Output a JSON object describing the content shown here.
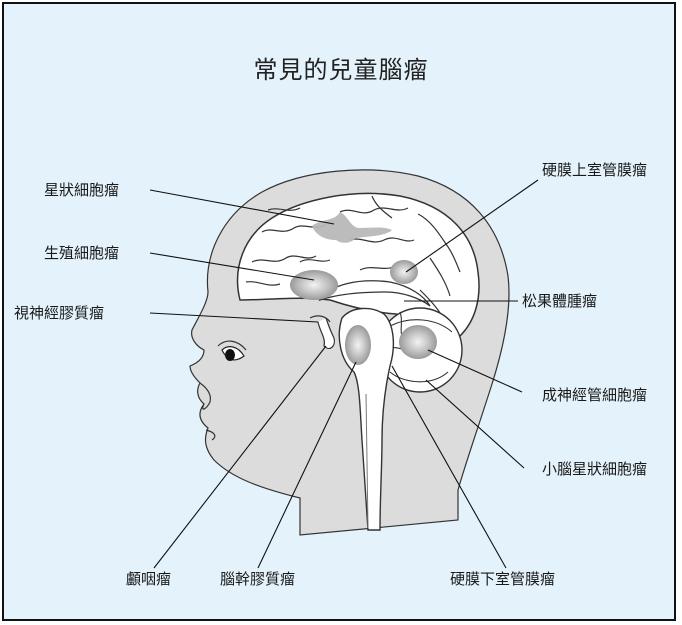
{
  "title": "常見的兒童腦瘤",
  "labels": {
    "astrocytoma": "星狀細胞瘤",
    "germinoma": "生殖細胞瘤",
    "optic_glioma": "視神經膠質瘤",
    "supra_ependymoma": "硬膜上室管膜瘤",
    "pineal": "松果體腫瘤",
    "medullo": "成神經管細胞瘤",
    "cerebellar_astro": "小腦星狀細胞瘤",
    "cranio": "顱咽瘤",
    "brainstem_glioma": "腦幹膠質瘤",
    "infra_ependymoma": "硬膜下室管膜瘤"
  },
  "colors": {
    "background": "#e4f3fb",
    "head": "#dcdcdc",
    "brain": "#ffffff",
    "tumor": "#b5b5b5"
  }
}
